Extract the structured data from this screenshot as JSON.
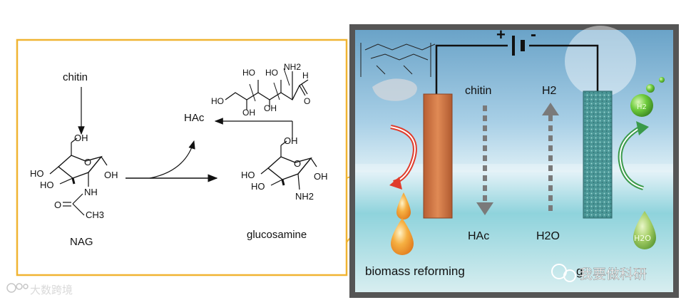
{
  "scheme": {
    "chitin": "chitin",
    "nag": "NAG",
    "glucosamine": "glucosamine",
    "hac": "HAc",
    "oh": "OH",
    "ho": "HO",
    "nh": "NH",
    "nh2": "NH2",
    "o": "O",
    "ch3": "CH3",
    "h": "H"
  },
  "cell": {
    "chitin": "chitin",
    "h2": "H2",
    "hac": "HAc",
    "h2o": "H2O",
    "plus": "+",
    "minus": "-",
    "left_label": "biomass reforming",
    "right_label_fragment": "g",
    "bubble_text": "H2",
    "drop_text": "H2O"
  },
  "watermark": {
    "left": "大数跨境",
    "right": "我要做科研"
  },
  "colors": {
    "frame": "#f0b432",
    "cell_border": "#5a5a5a",
    "anode": "#c9703f",
    "cathode": "#4f9a9a",
    "red_arrow": "#e03c2c",
    "green_arrow": "#3a9a4a",
    "bubble": "#5fbf3a",
    "drop_orange": "#f29a2a"
  }
}
